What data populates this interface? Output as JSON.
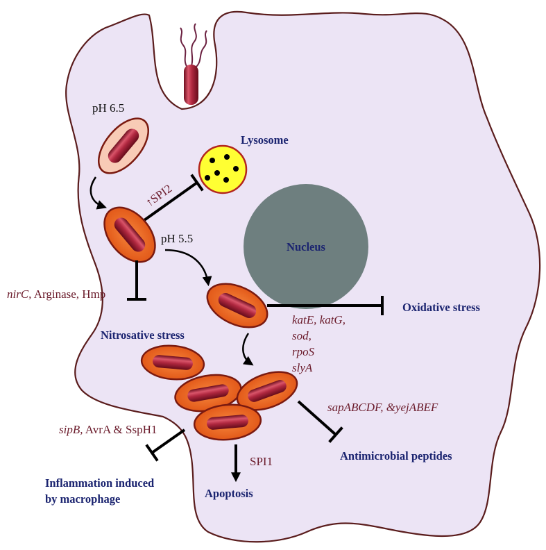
{
  "labels": {
    "ph_early": "pH 6.5",
    "lysosome": "Lysosome",
    "spi2": "↑SPI2",
    "ph_late": "pH 5.5",
    "nucleus": "Nucleus",
    "nitrosative_genes_italic": "nirC,",
    "nitrosative_genes_rest": " Arginase, Hmp",
    "nitrosative_stress": "Nitrosative stress",
    "oxidative_stress": "Oxidative stress",
    "oxidative_genes": [
      "katE, katG,",
      "sod,",
      "rpoS",
      "slyA"
    ],
    "antimicrobial_genes": "sapABCDF, &yejABEF",
    "antimicrobial_peptides": "Antimicrobial peptides",
    "inflammation_genes_italic": "sipB,",
    "inflammation_genes_rest": " AvrA & SspH1",
    "spi1": "SPI1",
    "inflammation": [
      "Inflammation induced",
      "by macrophage"
    ],
    "apoptosis": "Apoptosis"
  },
  "colors": {
    "cell_fill": "#ece4f5",
    "cell_outline": "#5a1c1c",
    "vacuole_orange": "#e8601c",
    "vacuole_early": "#f8cbb6",
    "bacterium": "#a8203a",
    "lysosome": "#ffff33",
    "nucleus": "#6e7f7f",
    "title_text": "#1b2470",
    "gene_text": "#6a1a2a"
  }
}
